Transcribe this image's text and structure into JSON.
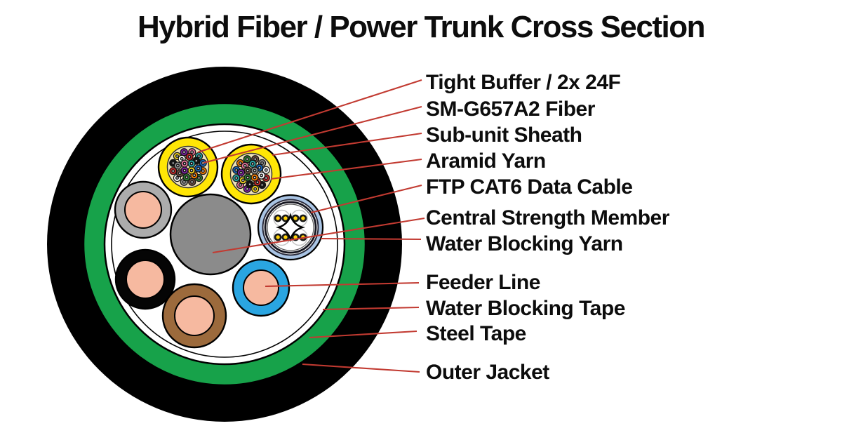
{
  "title": "Hybrid Fiber / Power Trunk Cross Section",
  "labels": [
    {
      "id": "tight-buffer",
      "text": "Tight Buffer / 2x 24F"
    },
    {
      "id": "sm-fiber",
      "text": "SM-G657A2 Fiber"
    },
    {
      "id": "sub-unit-sheath",
      "text": "Sub-unit Sheath"
    },
    {
      "id": "aramid-yarn",
      "text": "Aramid Yarn"
    },
    {
      "id": "ftp-cat6",
      "text": "FTP CAT6 Data Cable"
    },
    {
      "id": "central-strength-member",
      "text": "Central Strength Member"
    },
    {
      "id": "water-blocking-yarn",
      "text": "Water Blocking Yarn"
    },
    {
      "id": "feeder-line",
      "text": "Feeder Line"
    },
    {
      "id": "water-blocking-tape",
      "text": "Water Blocking Tape"
    },
    {
      "id": "steel-tape",
      "text": "Steel Tape"
    },
    {
      "id": "outer-jacket",
      "text": "Outer Jacket"
    }
  ],
  "colors": {
    "leader_line": "#c23a31",
    "outer_jacket_black": "#000000",
    "steel_tape_green": "#17a24a",
    "sub_unit_yellow": "#ffe606",
    "aramid_tan": "#efe2ba",
    "conductor_salmon": "#f6b9a0",
    "feeder_gray": "#acacac",
    "feeder_black": "#050505",
    "feeder_brown": "#9c6a3c",
    "feeder_blue": "#2aa5e1",
    "central_member_gray": "#8b8b8b",
    "cat6_sheath_blue": "#a9c4e4",
    "cat6_wire_yellow": "#ffd20a",
    "fiber_buffer_colors": [
      "#1565c0",
      "#f57c00",
      "#2e7d32",
      "#6d4c41",
      "#8d8d8d",
      "#fafafa",
      "#c62828",
      "#141414",
      "#f2d21f",
      "#7b1fa2",
      "#e57399",
      "#26a9a9"
    ]
  }
}
